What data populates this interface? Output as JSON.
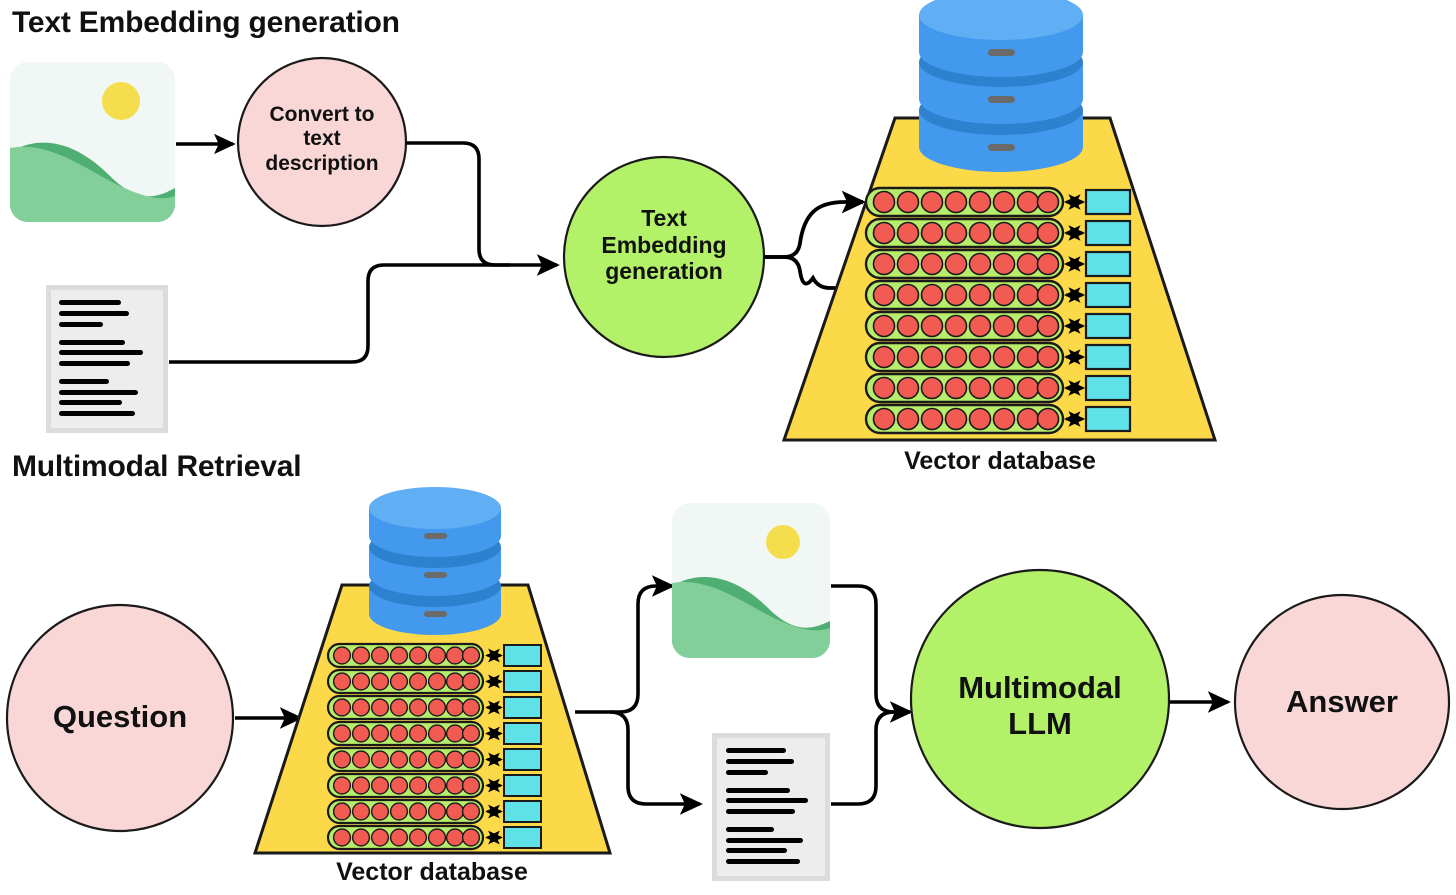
{
  "sections": {
    "top": {
      "title": "Text Embedding generation"
    },
    "bottom": {
      "title": "Multimodal Retrieval"
    }
  },
  "nodes": {
    "convert_to_text": {
      "label": "Convert to\ntext\ndescription",
      "fill": "#F9D7D7",
      "stroke": "#1A1A1A",
      "font_size": 21
    },
    "text_embedding": {
      "label": "Text\nEmbedding\ngeneration",
      "fill": "#B3F268",
      "stroke": "#1A1A1A",
      "font_size": 23
    },
    "question": {
      "label": "Question",
      "fill": "#F9D7D7",
      "stroke": "#1A1A1A",
      "font_size": 31
    },
    "multimodal_llm": {
      "label": "Multimodal\nLLM",
      "fill": "#B3F268",
      "stroke": "#1A1A1A",
      "font_size": 31
    },
    "answer": {
      "label": "Answer",
      "fill": "#F9D7D7",
      "stroke": "#1A1A1A",
      "font_size": 31
    }
  },
  "vector_databases": [
    {
      "id": "top",
      "caption": "Vector database",
      "rows": 8,
      "dots_per_row": 8
    },
    {
      "id": "bottom",
      "caption": "Vector database",
      "rows": 8,
      "dots_per_row": 8
    }
  ],
  "icons": {
    "image_icon": {
      "name": "image-placeholder-icon",
      "sun_color": "#F5DE4D",
      "sky_color": "#F0F7F4",
      "hill_front": "#83CF99",
      "hill_back": "#4FAF72"
    },
    "document_icon": {
      "name": "document-icon",
      "page_color": "#EDEDED",
      "border_color": "#DCDCDC",
      "line_color": "#000000",
      "line_groups": 3,
      "lines_per_group": 3
    },
    "database_cylinder": {
      "name": "database-cylinder-icon",
      "top_color": "#60AFF5",
      "body_color": "#4399EE",
      "band_color": "#2E81CE",
      "dash_color": "#6B6B6B",
      "discs": 3
    }
  },
  "colors": {
    "trapezoid_fill": "#FCD949",
    "trapezoid_stroke": "#1A1A1A",
    "vector_pill_fill": "#B8ED6B",
    "vector_dot_fill": "#F25B52",
    "cyan_box_fill": "#5EE2E8",
    "arrow_color": "#000000",
    "canvas": "#FFFFFF"
  },
  "flow": {
    "top": [
      "image",
      "convert_to_text",
      "text_embedding",
      "vector_database"
    ],
    "top_secondary": [
      "document",
      "text_embedding"
    ],
    "bottom": [
      "question",
      "vector_database",
      "image+document",
      "multimodal_llm",
      "answer"
    ]
  }
}
